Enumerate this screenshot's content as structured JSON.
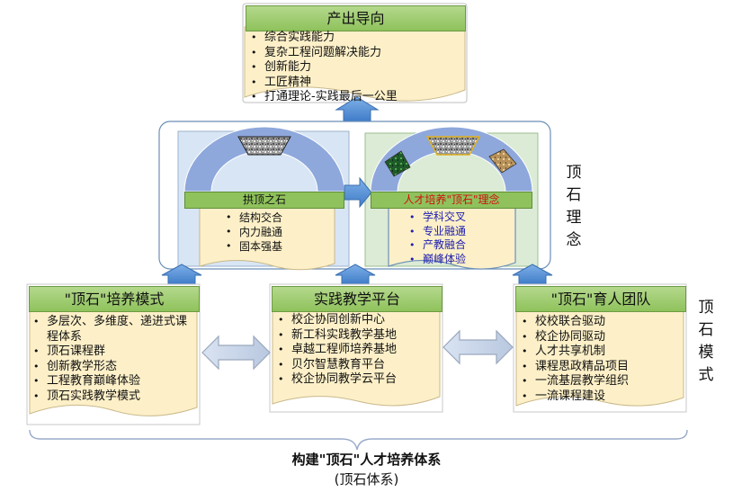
{
  "top": {
    "title": "产出导向",
    "items": [
      "综合实践能力",
      "复杂工程问题解决能力",
      "创新能力",
      "工匠精神",
      "打通理论-实践最后一公里"
    ]
  },
  "concept": {
    "side_label": [
      "顶",
      "石",
      "理",
      "念"
    ],
    "left_arch": {
      "bar_label": "拱顶之石",
      "items": [
        "结构交合",
        "内力融通",
        "固本强基"
      ]
    },
    "right_arch": {
      "bar_label": "人才培养\"顶石\"理念",
      "items": [
        "学科交叉",
        "专业融通",
        "产教融合",
        "巅峰体验"
      ]
    }
  },
  "mode": {
    "side_label": [
      "顶",
      "石",
      "模",
      "式"
    ],
    "left": {
      "title": "\"顶石\"培养模式",
      "items": [
        "多层次、多维度、递进式课程体系",
        "顶石课程群",
        "创新教学形态",
        "工程教育巅峰体验",
        "顶石实践教学模式"
      ]
    },
    "center": {
      "title": "实践教学平台",
      "items": [
        "校企协同创新中心",
        "新工科实践教学基地",
        "卓越工程师培养基地",
        "贝尔智慧教育平台",
        "校企协同教学云平台"
      ]
    },
    "right": {
      "title": "\"顶石\"育人团队",
      "items": [
        "校校联合驱动",
        "校企协同驱动",
        "人才共享机制",
        "课程思政精品项目",
        "一流基层教学组织",
        "一流课程建设"
      ]
    }
  },
  "bottom": {
    "title": "构建\"顶石\"人才培养体系",
    "subtitle": "(顶石体系)"
  },
  "colors": {
    "header_green": "#8fc25c",
    "note_yellow": "#fdf0c8",
    "arch_blue": "#8ea8dc",
    "arrow_blue": "#5b8fd0"
  }
}
